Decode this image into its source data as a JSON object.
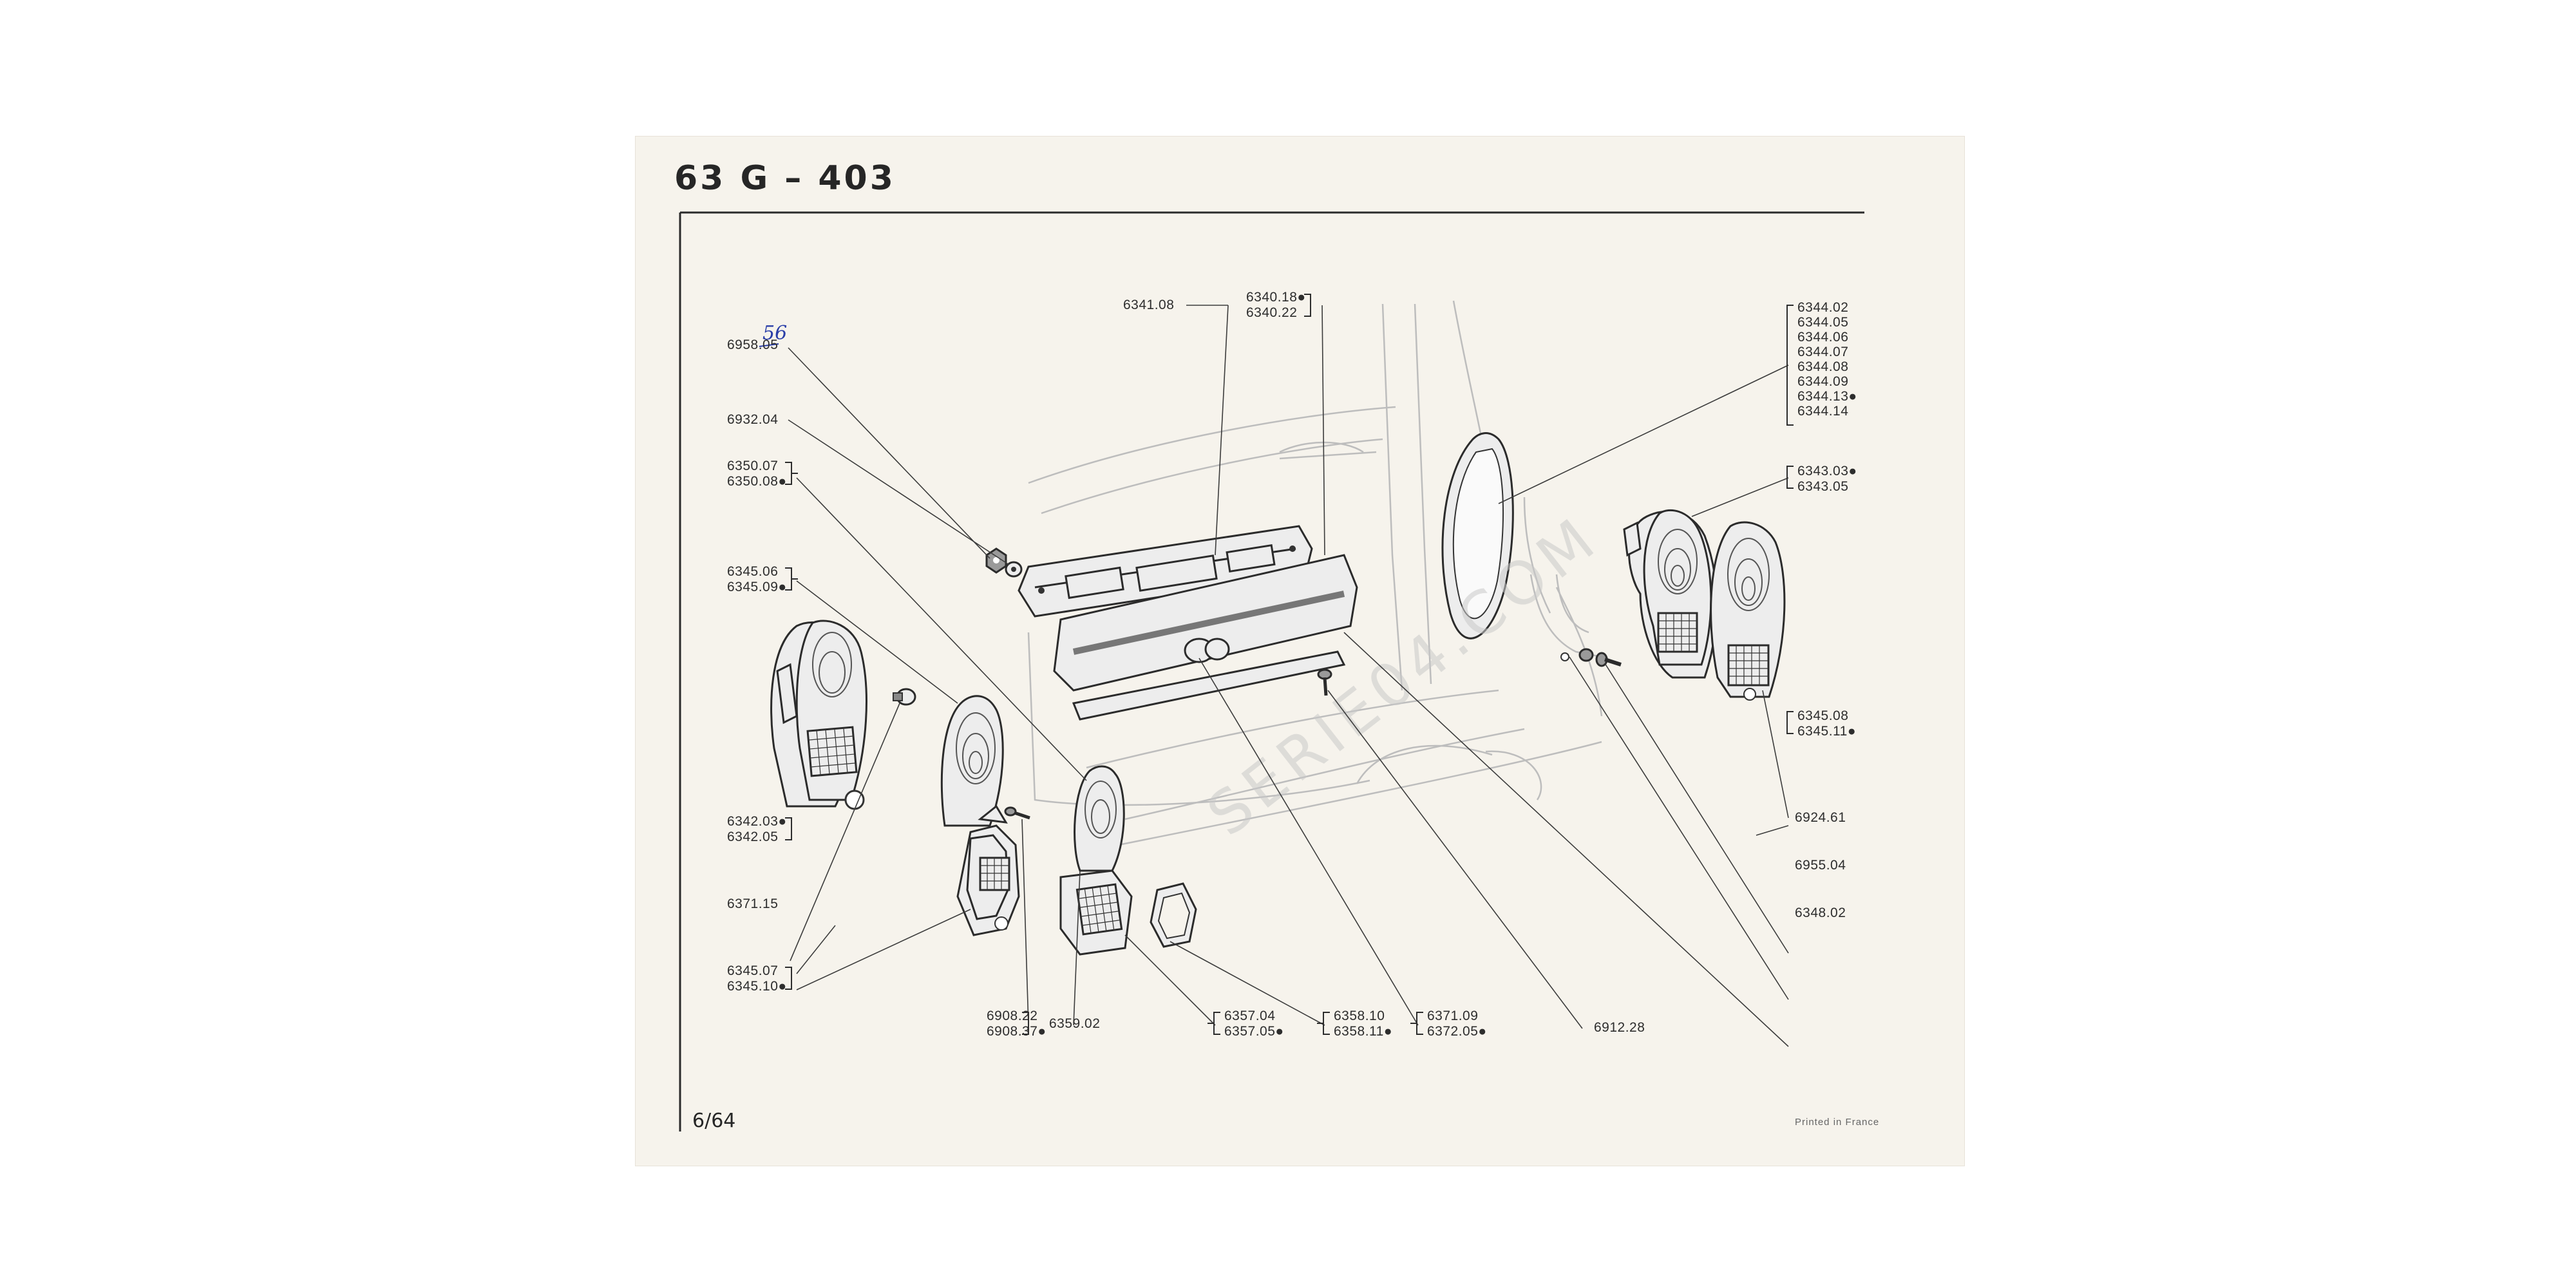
{
  "header": {
    "title": "63 G  –  403"
  },
  "footer": {
    "page": "6/64",
    "printed": "Printed in France"
  },
  "watermark": "SERIE04.COM",
  "annotation": {
    "handwritten": "56"
  },
  "labels": {
    "l6958": "6958.05",
    "l6932": "6932.04",
    "l6350a": "6350.07",
    "l6350b": "6350.08●",
    "l6345a": "6345.06",
    "l6345b": "6345.09●",
    "l6342a": "6342.03●",
    "l6342b": "6342.05",
    "l6371": "6371.15",
    "l6345c": "6345.07",
    "l6345d": "6345.10●",
    "l6908a": "6908.22",
    "l6908b": "6908.37●",
    "l6359": "6359.02",
    "l6357a": "6357.04",
    "l6357b": "6357.05●",
    "l6358a": "6358.10",
    "l6358b": "6358.11●",
    "l6371b": "6371.09",
    "l6372": "6372.05●",
    "l6912": "6912.28",
    "l6341": "6341.08",
    "l6340a": "6340.18●",
    "l6340b": "6340.22",
    "l6344": [
      "6344.02",
      "6344.05",
      "6344.06",
      "6344.07",
      "6344.08",
      "6344.09",
      "6344.13●",
      "6344.14"
    ],
    "l6343a": "6343.03●",
    "l6343b": "6343.05",
    "l6345e": "6345.08",
    "l6345f": "6345.11●",
    "l6924": "6924.61",
    "l6955": "6955.04",
    "l6348": "6348.02"
  }
}
